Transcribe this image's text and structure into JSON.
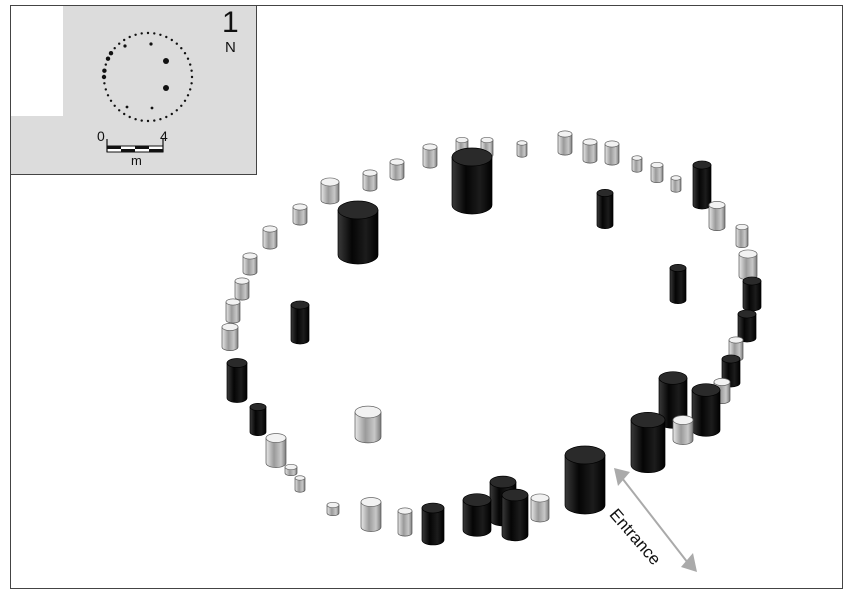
{
  "figure_number": "1",
  "north_label": "N",
  "scale": {
    "start": "0",
    "end": "4",
    "unit": "m"
  },
  "entrance_label": "Entrance",
  "colors": {
    "large_post": "#111111",
    "small_post": "#b8b8b8",
    "inset_background": "#dcdcdc",
    "entrance_arrow": "#aaaaaa"
  }
}
